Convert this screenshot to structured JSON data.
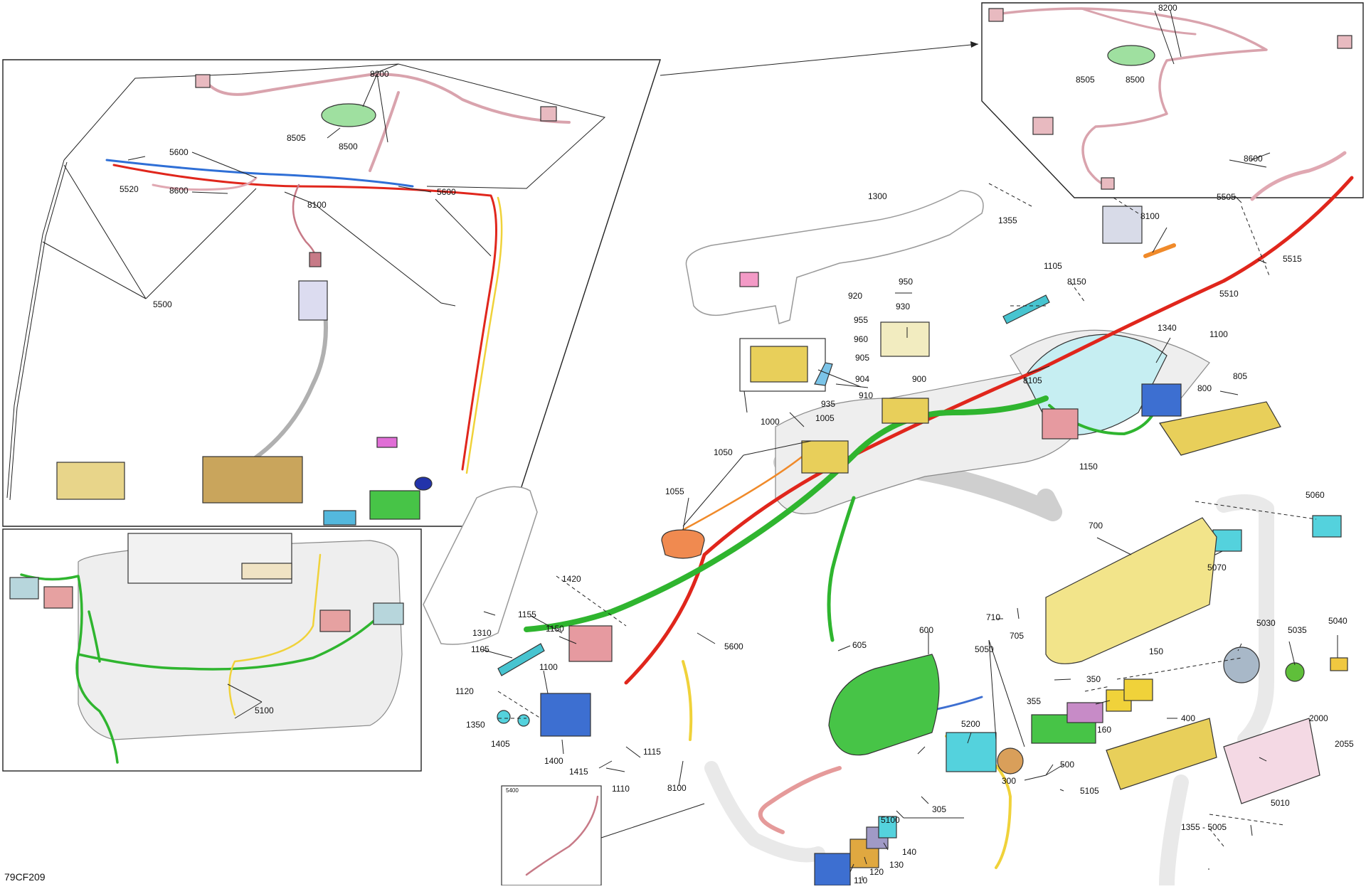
{
  "diagram_code": "79CF209",
  "inset_label": "5400",
  "callouts": {
    "c8200_a": "8200",
    "c8505_a": "8505",
    "c8500_a": "8500",
    "c5600_a": "5600",
    "c5520": "5520",
    "c8600_a": "8600",
    "c8100_a": "8100",
    "c5600_b": "5600",
    "c5500": "5500",
    "c5100_a": "5100",
    "c8200_b": "8200",
    "c8505_b": "8505",
    "c8500_b": "8500",
    "c8600_b": "8600",
    "c5505": "5505",
    "c5515": "5515",
    "c5510": "5510",
    "c8100_b": "8100",
    "c8150": "8150",
    "c1300": "1300",
    "c1355_a": "1355",
    "c1105_a": "1105",
    "c950": "950",
    "c920": "920",
    "c930": "930",
    "c955": "955",
    "c960": "960",
    "c905": "905",
    "c904": "904",
    "c900": "900",
    "c910": "910",
    "c935": "935",
    "c1005": "1005",
    "c1000": "1000",
    "c1050": "1050",
    "c1055": "1055",
    "c8105": "8105",
    "c1340": "1340",
    "c1100_a": "1100",
    "c805": "805",
    "c800": "800",
    "c1150_a": "1150",
    "c5060": "5060",
    "c700": "700",
    "c5070": "5070",
    "c1420": "1420",
    "c1155": "1155",
    "c1150_b": "1150",
    "c1310": "1310",
    "c5600_c": "5600",
    "c1105_b": "1105",
    "c1100_b": "1100",
    "c1120": "1120",
    "c1350": "1350",
    "c1405": "1405",
    "c1400": "1400",
    "c1115": "1115",
    "c1415": "1415",
    "c1110": "1110",
    "c8100_c": "8100",
    "c605": "605",
    "c600": "600",
    "c710": "710",
    "c705": "705",
    "c5050": "5050",
    "c5030": "5030",
    "c5035": "5035",
    "c5040": "5040",
    "c150": "150",
    "c350": "350",
    "c355": "355",
    "c160": "160",
    "c400": "400",
    "c2000": "2000",
    "c2055": "2055",
    "c5200": "5200",
    "c500": "500",
    "c300": "300",
    "c5105": "5105",
    "c305": "305",
    "c5100_b": "5100",
    "c5010": "5010",
    "c1355_5005": "1355 - 5005",
    "c140": "140",
    "c130": "130",
    "c120": "120",
    "c110": "110"
  },
  "colors": {
    "harness_pink": "#d9a3ad",
    "harness_green": "#2fb52f",
    "harness_red": "#e0261c",
    "harness_yellow": "#f0d23a",
    "harness_blue": "#2f6fd6",
    "harness_orange": "#f08a2a",
    "module_yellow": "#e8cf5a",
    "module_cyan": "#54d2dd",
    "module_pink": "#e69aa0",
    "module_green": "#47c447",
    "module_blue": "#3d6fd1",
    "module_magenta": "#e06ed6",
    "module_orange": "#f08a50",
    "frame_grey": "#d9d9d9"
  },
  "icons": [
    "wiring-harness",
    "connector",
    "module-box",
    "screw",
    "nut",
    "clip"
  ]
}
